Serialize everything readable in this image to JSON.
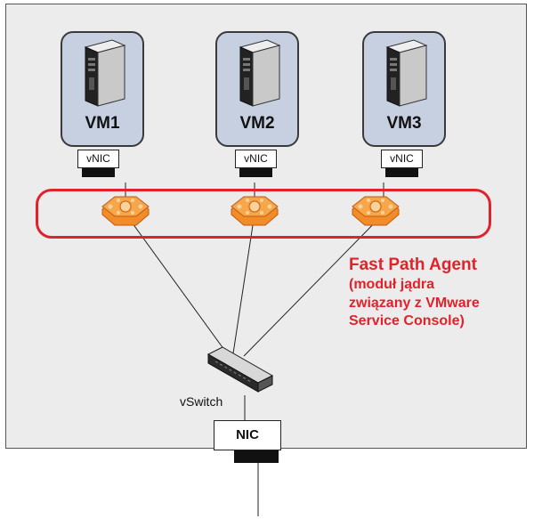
{
  "vms": [
    {
      "label": "VM1"
    },
    {
      "label": "VM2"
    },
    {
      "label": "VM3"
    }
  ],
  "vnic_label": "vNIC",
  "agent": {
    "title": "Fast Path Agent",
    "line1": "(moduł jądra",
    "line2": "związany z VMware",
    "line3": "Service Console)"
  },
  "vswitch_label": "vSwitch",
  "nic_label": "NIC",
  "colors": {
    "host_bg": "#ececec",
    "vm_fill": "#c7d0e0",
    "agent_red": "#e0222a",
    "agent_orange": "#f28c28"
  },
  "icons": {
    "vm": "server-tower-icon",
    "agent": "orange-octagon-hub-icon",
    "switch": "network-switch-icon"
  }
}
